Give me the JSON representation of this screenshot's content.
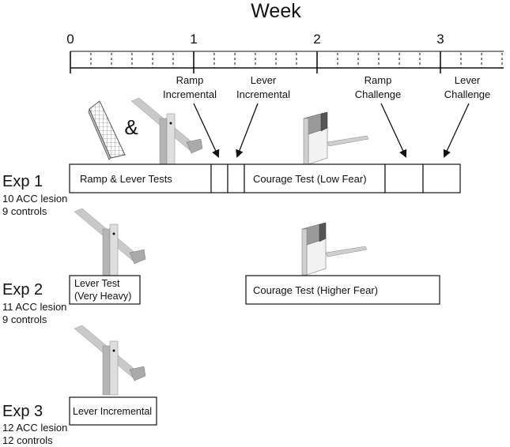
{
  "axis": {
    "title": "Week",
    "tick_labels": [
      "0",
      "1",
      "2",
      "3"
    ],
    "minor_ticks_per_week": 6
  },
  "annotations": [
    {
      "line1": "Ramp",
      "line2": "Incremental"
    },
    {
      "line1": "Lever",
      "line2": "Incremental"
    },
    {
      "line1": "Ramp",
      "line2": "Challenge"
    },
    {
      "line1": "Lever",
      "line2": "Challenge"
    }
  ],
  "ampersand": "&",
  "experiments": [
    {
      "label": "Exp 1",
      "detail1": "10 ACC lesion",
      "detail2": "9 controls",
      "tests": [
        {
          "label": "Ramp & Lever Tests"
        },
        {
          "label": ""
        },
        {
          "label": ""
        },
        {
          "label": "Courage Test (Low Fear)"
        },
        {
          "label": ""
        },
        {
          "label": ""
        }
      ]
    },
    {
      "label": "Exp 2",
      "detail1": "11 ACC lesion",
      "detail2": "9 controls",
      "tests": [
        {
          "line1": "Lever Test",
          "line2": "(Very Heavy)"
        },
        {
          "label": "Courage Test (Higher Fear)"
        }
      ]
    },
    {
      "label": "Exp 3",
      "detail1": "12 ACC lesion",
      "detail2": "12 controls",
      "tests": [
        {
          "label": "Lever Incremental"
        }
      ]
    }
  ],
  "icons": [
    "ramp-icon",
    "lever-icon",
    "courage-apparatus-icon"
  ]
}
